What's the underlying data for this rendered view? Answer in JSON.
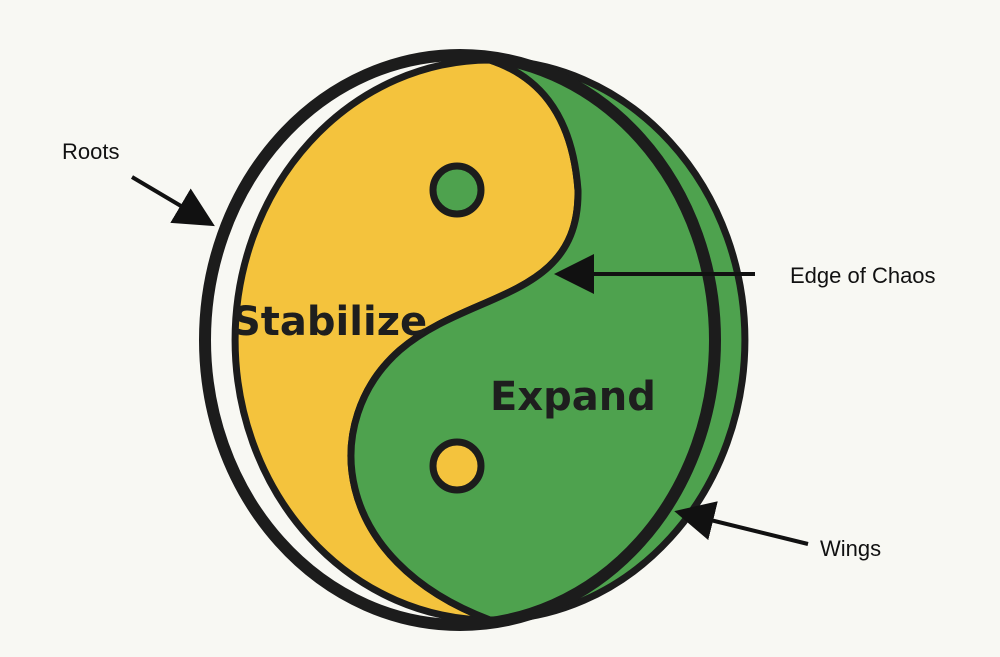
{
  "diagram": {
    "regions": {
      "left": {
        "label": "Stabilize",
        "color": "#f4c33d"
      },
      "right": {
        "label": "Expand",
        "color": "#4ea24e"
      }
    },
    "outline_color": "#1c1c1c",
    "callouts": {
      "roots": "Roots",
      "edge": "Edge of Chaos",
      "wings": "Wings"
    }
  }
}
